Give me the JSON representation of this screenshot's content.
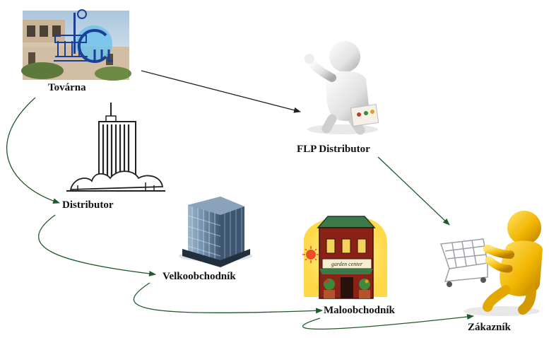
{
  "nodes": {
    "tovarna": "Továrna",
    "flp_distributor": "FLP Distributor",
    "distributor": "Distributor",
    "velkoobchodnik": "Velkoobchodník",
    "maloobchodnik": "Maloobchodník",
    "zakaznik": "Zákazník"
  },
  "illustration_text": {
    "garden_center_sign": "garden center"
  },
  "colors": {
    "arrow_dark": "#222222",
    "arrow_green": "#1f5a2a",
    "logo_blue": "#1c3f95",
    "logo_cyan": "#6ec3ea",
    "figure_gold": "#f2b600",
    "figure_white": "#e6e6e6",
    "shop_red": "#8a2218",
    "shop_awning": "#3d7a4a"
  },
  "icons": [
    "factory-logo-icon",
    "white-figure-icon",
    "skyscraper-icon",
    "glass-building-icon",
    "garden-center-shop-icon",
    "gold-figure-cart-icon"
  ]
}
